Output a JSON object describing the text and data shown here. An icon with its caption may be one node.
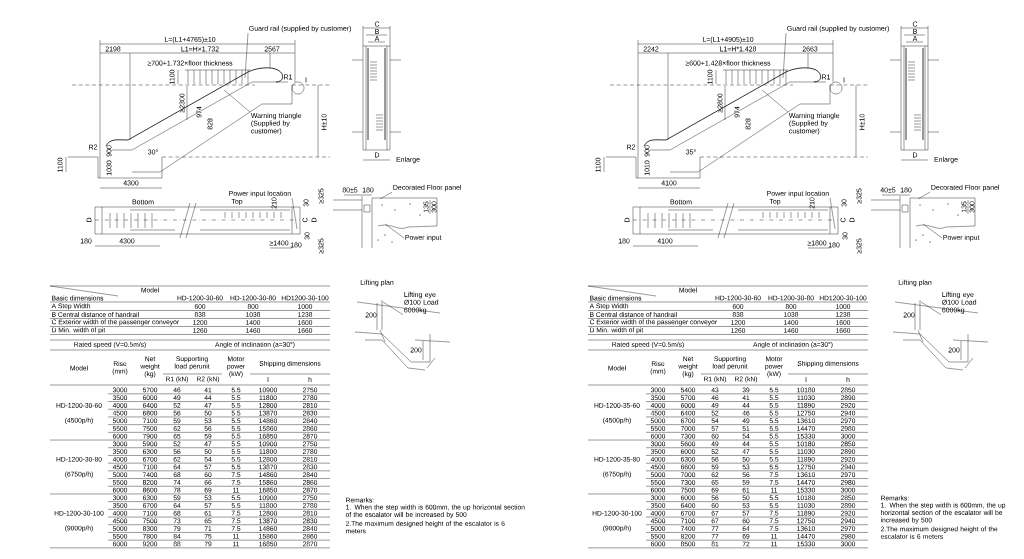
{
  "diagram": {
    "nodes": [
      {
        "text": [
          "Guard rail (supplied by customer)"
        ]
      },
      {
        "text": [
          "Warning triangle (Supplied by customer)"
        ]
      },
      {
        "text": [
          "Power input location"
        ]
      },
      {
        "text": [
          "Decorated Floor panel"
        ]
      },
      {
        "text": [
          "Power input"
        ]
      },
      {
        "text": [
          "Lifting eye Ø100 Load 6000kg"
        ]
      },
      {
        "text": [
          "Guard rail (supplied by customer)"
        ]
      },
      {
        "text": [
          "Warning triangle (Supplied by customer)"
        ]
      },
      {
        "text": [
          "Power input location"
        ]
      },
      {
        "text": [
          "Decorated Floor panel"
        ]
      },
      {
        "text": [
          "Power input"
        ]
      },
      {
        "text": [
          "Lifting eye Ø100 Load 6000kg"
        ]
      }
    ],
    "edges": [
      {
        "from": 0,
        "to": null,
        "arrow": "none"
      },
      {
        "from": 1,
        "to": null,
        "arrow": "none"
      },
      {
        "from": 2,
        "to": null,
        "arrow": "none"
      },
      {
        "from": 3,
        "to": null,
        "arrow": "none"
      },
      {
        "from": 4,
        "to": null,
        "arrow": "none"
      },
      {
        "from": 5,
        "to": null,
        "arrow": "none"
      },
      {
        "from": 6,
        "to": null,
        "arrow": "none"
      },
      {
        "from": 7,
        "to": null,
        "arrow": "none"
      },
      {
        "from": 8,
        "to": null,
        "arrow": "none"
      },
      {
        "from": 9,
        "to": null,
        "arrow": "none"
      },
      {
        "from": 10,
        "to": null,
        "arrow": "none"
      },
      {
        "from": 11,
        "to": null,
        "arrow": "none"
      }
    ],
    "labels": [
      "L=(L1+4765)±10",
      "2198",
      "L1=H×1.732",
      "2567",
      "C",
      "B",
      "A",
      "≥700+1.732×floor thickness",
      "1100",
      "R1",
      "I",
      "≥2300",
      "974",
      "828",
      "H±10",
      "R2",
      "900",
      "30°",
      "1100",
      "1030",
      "4300",
      "D",
      "Enlarge",
      "Bottom",
      "Top",
      "210",
      "30",
      "≥325",
      "D",
      "C",
      "D",
      "180",
      "4300",
      "≥1400",
      "180",
      "30",
      "≥325",
      "80±5",
      "180",
      "135",
      "300",
      "Lifting plan",
      "200",
      "200",
      "Model",
      "Basic dimensions",
      "HD-1200-30-60",
      "HD-1200-30-80",
      "HD1200-30-100",
      "A Step Width",
      "600",
      "800",
      "1000",
      "B Central distance of handrail",
      "838",
      "1038",
      "1238",
      "C Exterior width of the passenger conveyor",
      "1200",
      "1400",
      "1600",
      "D Min. width of pit",
      "1260",
      "1460",
      "1660",
      "Rated speed (V=0.5m/s)",
      "Angle of inclination (a=30°)",
      "Model",
      "Rise (mm)",
      "Net weight (kg)",
      "Supporting load perunit",
      "Motor power (kW)",
      "Shipping dimensions",
      "R1 (kN)",
      "R2 (kN)",
      "l",
      "h",
      "HD-1200-30-60",
      "(4500p/h)",
      "3000",
      "5700",
      "46",
      "41",
      "5.5",
      "10900",
      "2750",
      "3500",
      "6000",
      "49",
      "44",
      "5.5",
      "11800",
      "2780",
      "4000",
      "6400",
      "52",
      "47",
      "5.5",
      "12800",
      "2810",
      "4500",
      "6800",
      "56",
      "50",
      "5.5",
      "13870",
      "2830",
      "5000",
      "7100",
      "59",
      "53",
      "5.5",
      "14860",
      "2840",
      "5500",
      "7500",
      "62",
      "56",
      "5.5",
      "15860",
      "2860",
      "6000",
      "7900",
      "65",
      "59",
      "5.5",
      "16850",
      "2870",
      "HD-1200-30-80",
      "(6750p/h)",
      "3000",
      "5900",
      "52",
      "47",
      "5.5",
      "10900",
      "2750",
      "3500",
      "6300",
      "56",
      "50",
      "5.5",
      "11800",
      "2780",
      "4000",
      "6700",
      "62",
      "54",
      "5.5",
      "12800",
      "2810",
      "4500",
      "7100",
      "64",
      "57",
      "5.5",
      "13870",
      "2830",
      "5000",
      "7400",
      "68",
      "60",
      "7.5",
      "14860",
      "2840",
      "5500",
      "8200",
      "74",
      "66",
      "7.5",
      "15860",
      "2860",
      "6000",
      "8600",
      "78",
      "69",
      "11",
      "16850",
      "2870",
      "HD-1200-30-100",
      "(9000p/h)",
      "3000",
      "6300",
      "59",
      "53",
      "5.5",
      "10900",
      "2750",
      "3500",
      "6700",
      "64",
      "57",
      "5.5",
      "11800",
      "2780",
      "4000",
      "7100",
      "68",
      "61",
      "7.5",
      "12800",
      "2810",
      "4500",
      "7500",
      "73",
      "65",
      "7.5",
      "13870",
      "2830",
      "5000",
      "8300",
      "79",
      "71",
      "7.5",
      "14860",
      "2840",
      "5500",
      "7800",
      "84",
      "75",
      "11",
      "15860",
      "2860",
      "6000",
      "9200",
      "88",
      "79",
      "11",
      "16850",
      "2870",
      "Remarks:",
      "1. When the step width is 600mm, the up horizontal section of the escalator will be increased by 500",
      "2.The maximum designed height of the escalator is 6 meters",
      "L=(L1+4905)±10",
      "2242",
      "L1=H*1.428",
      "2663",
      "C",
      "B",
      "A",
      "≥600+1.428×floor thickness",
      "1100",
      "R1",
      "I",
      "≥2800",
      "974",
      "828",
      "H±10",
      "R2",
      "900",
      "35°",
      "1100",
      "1010",
      "4100",
      "D",
      "Enlarge",
      "Bottom",
      "Top",
      "210",
      "30",
      "≥325",
      "D",
      "C",
      "D",
      "180",
      "4100",
      "≥1800",
      "180",
      "30",
      "≥325",
      "40±5",
      "180",
      "135",
      "300",
      "Lifting plan",
      "200",
      "200",
      "Model",
      "Basic dimensions",
      "HD-1200-30-60",
      "HD-1200-30-80",
      "HD1200-30-100",
      "A Step Width",
      "600",
      "800",
      "1000",
      "B Central distance of handrail",
      "838",
      "1038",
      "1238",
      "C Exterior width of the passenger conveyor",
      "1200",
      "1400",
      "1600",
      "D Min. width of pit",
      "1260",
      "1460",
      "1660",
      "Rated speed (V=0.5m/s)",
      "Angle of inclination (a=30°)",
      "Model",
      "Rise (mm)",
      "Net weight (kg)",
      "Supporting load perunit",
      "Motor power (kW)",
      "Shipping dimensions",
      "R1 (kN)",
      "R2 (kN)",
      "l",
      "h",
      "HD-1200-35-60",
      "(4500p/h)",
      "3000",
      "5400",
      "43",
      "39",
      "5.5",
      "10180",
      "2850",
      "3500",
      "5700",
      "46",
      "41",
      "5.5",
      "11030",
      "2890",
      "4000",
      "6000",
      "49",
      "44",
      "5.5",
      "11890",
      "2920",
      "4500",
      "6400",
      "52",
      "46",
      "5.5",
      "12750",
      "2940",
      "5000",
      "6700",
      "54",
      "49",
      "5.5",
      "13610",
      "2970",
      "5500",
      "7000",
      "57",
      "51",
      "5.5",
      "14470",
      "2980",
      "6000",
      "7300",
      "60",
      "54",
      "5.5",
      "15330",
      "3000",
      "HD-1200-35-80",
      "(6750p/h)",
      "3000",
      "5600",
      "49",
      "44",
      "5.5",
      "10180",
      "2850",
      "3500",
      "6000",
      "52",
      "47",
      "5.5",
      "11030",
      "2890",
      "4000",
      "6300",
      "56",
      "50",
      "5.5",
      "11890",
      "2920",
      "4500",
      "6600",
      "59",
      "53",
      "5.5",
      "12750",
      "2940",
      "5000",
      "7000",
      "62",
      "56",
      "7.5",
      "13610",
      "2970",
      "5500",
      "7300",
      "65",
      "59",
      "7.5",
      "14470",
      "2980",
      "6000",
      "7500",
      "69",
      "61",
      "11",
      "15330",
      "3000",
      "HD-1200-30-100",
      "(9000p/h)",
      "3000",
      "6000",
      "56",
      "50",
      "5.5",
      "10180",
      "2850",
      "3500",
      "6400",
      "60",
      "53",
      "5.5",
      "11030",
      "2890",
      "4000",
      "6700",
      "67",
      "57",
      "7.5",
      "11890",
      "2920",
      "4500",
      "7100",
      "67",
      "60",
      "7.5",
      "12750",
      "2940",
      "5000",
      "7400",
      "77",
      "64",
      "7.5",
      "13610",
      "2970",
      "5500",
      "8200",
      "77",
      "69",
      "11",
      "14470",
      "2980",
      "6000",
      "8500",
      "81",
      "72",
      "11",
      "15330",
      "3000",
      "Remarks:",
      "1. When the step width is 600mm, the up horizontal section of the escalator will be increased by 500",
      "2.The maximum designed height of the escalator is 6 meters"
    ]
  }
}
